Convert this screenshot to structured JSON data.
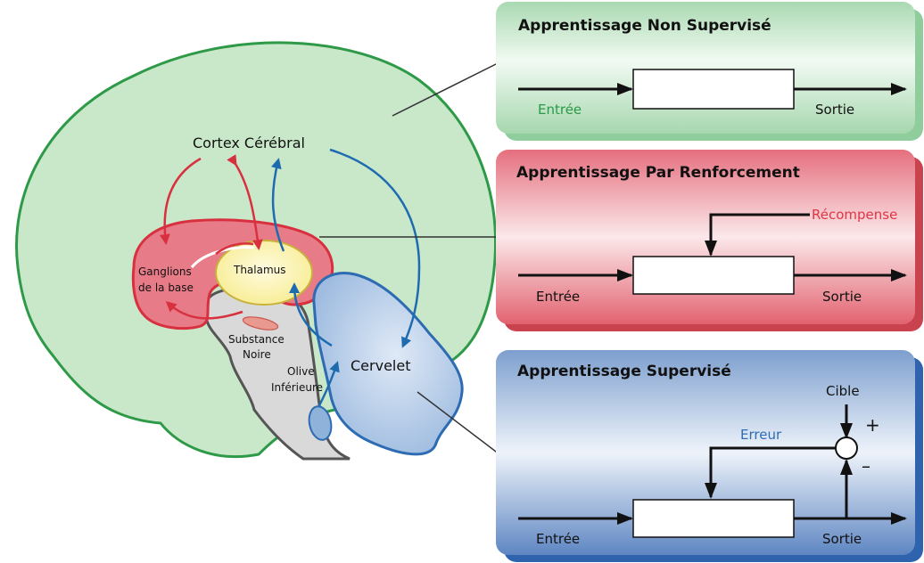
{
  "brain": {
    "cortex": "Cortex Cérébral",
    "ganglia_line1": "Ganglions",
    "ganglia_line2": "de la base",
    "thalamus": "Thalamus",
    "substantia_line1": "Substance",
    "substantia_line2": "Noire",
    "olive_line1": "Olive",
    "olive_line2": "Inférieure",
    "cerebellum": "Cervelet"
  },
  "panels": {
    "unsupervised": {
      "title": "Apprentissage Non Supervisé",
      "input": "Entrée",
      "output": "Sortie"
    },
    "reinforcement": {
      "title": "Apprentissage Par Renforcement",
      "input": "Entrée",
      "output": "Sortie",
      "reward": "Récompense"
    },
    "supervised": {
      "title": "Apprentissage Supervisé",
      "input": "Entrée",
      "output": "Sortie",
      "target": "Cible",
      "error": "Erreur",
      "plus": "+",
      "minus": "–"
    }
  },
  "colors": {
    "cortex": "#c9e8c9",
    "reinforcement": "#e0566a",
    "supervised": "#3b73b9",
    "unsupervised": "#8fce9c",
    "thalamus": "#faf0a0"
  }
}
